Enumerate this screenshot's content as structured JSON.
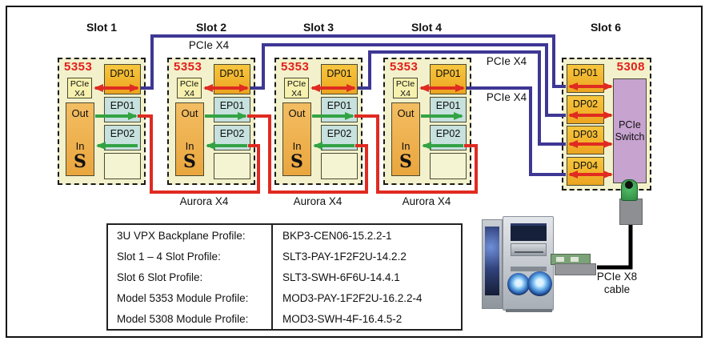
{
  "slots": [
    {
      "title": "Slot 1",
      "model": "5353",
      "pcie_port_line1": "PCIe",
      "pcie_port_line2": "X4",
      "dp": "DP01",
      "ep1": "EP01",
      "ep2": "EP02",
      "out": "Out",
      "in": "In",
      "s": "S"
    },
    {
      "title": "Slot 2",
      "model": "5353",
      "pcie_port_line1": "PCIe",
      "pcie_port_line2": "X4",
      "dp": "DP01",
      "ep1": "EP01",
      "ep2": "EP02",
      "out": "Out",
      "in": "In",
      "s": "S"
    },
    {
      "title": "Slot 3",
      "model": "5353",
      "pcie_port_line1": "PCIe",
      "pcie_port_line2": "X4",
      "dp": "DP01",
      "ep1": "EP01",
      "ep2": "EP02",
      "out": "Out",
      "in": "In",
      "s": "S"
    },
    {
      "title": "Slot 4",
      "model": "5353",
      "pcie_port_line1": "PCIe",
      "pcie_port_line2": "X4",
      "dp": "DP01",
      "ep1": "EP01",
      "ep2": "EP02",
      "out": "Out",
      "in": "In",
      "s": "S"
    },
    {
      "title": "Slot 6",
      "model": "5308",
      "ports": [
        "DP01",
        "DP02",
        "DP03",
        "DP04"
      ],
      "switch_line1": "PCIe",
      "switch_line2": "Switch"
    }
  ],
  "link_labels": {
    "pcie_top": "PCIe X4",
    "pcie_right1": "PCIe X4",
    "pcie_right2": "PCIe X4",
    "aurora1": "Aurora X4",
    "aurora2": "Aurora X4",
    "aurora3": "Aurora X4",
    "cable_line1": "PCIe X8",
    "cable_line2": "cable"
  },
  "profile_table": {
    "rows": [
      {
        "label": "3U VPX Backplane Profile:",
        "value": "BKP3-CEN06-15.2.2-1"
      },
      {
        "label": "Slot 1 – 4 Slot Profile:",
        "value": "SLT3-PAY-1F2F2U-14.2.2"
      },
      {
        "label": "Slot 6 Slot Profile:",
        "value": "SLT3-SWH-6F6U-14.4.1"
      },
      {
        "label": "Model 5353 Module Profile:",
        "value": "MOD3-PAY-1F2F2U-16.2.2-4"
      },
      {
        "label": "Model 5308 Module Profile:",
        "value": "MOD3-SWH-4F-16.4.5-2"
      }
    ]
  },
  "colors": {
    "pcie_link": "#3e3794",
    "aurora_link": "#df2b21",
    "data_arrow_green": "#33a345",
    "model_number_red": "#e31f1c",
    "slot_bg": "#f2f1cb",
    "dp_port_fill": "#f1b231",
    "ep_port_fill": "#c6e1de",
    "switch_fill": "#c7a3d0"
  }
}
